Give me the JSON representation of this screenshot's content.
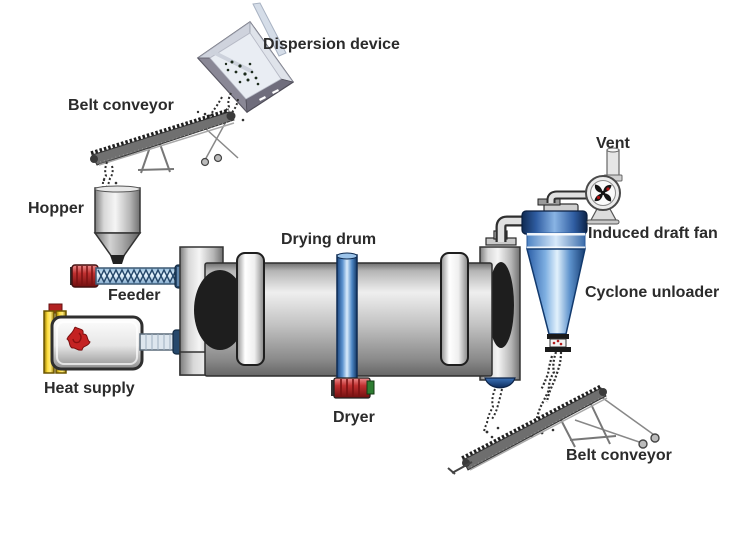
{
  "labels": {
    "dispersion_device": "Dispersion device",
    "belt_conveyor_top": "Belt conveyor",
    "hopper": "Hopper",
    "feeder": "Feeder",
    "heat_supply": "Heat supply",
    "drying_drum": "Drying drum",
    "dryer": "Dryer",
    "vent": "Vent",
    "induced_draft_fan": "Induced draft fan",
    "cyclone_unloader": "Cyclone unloader",
    "belt_conveyor_bottom": "Belt conveyor"
  },
  "colors": {
    "background": "#ffffff",
    "label_text": "#2b2b2b",
    "machine_gray": "#c8c8c8",
    "machine_blue": "#3f6db0",
    "cyclone_blue_dark": "#16386e",
    "motor_red": "#b22222",
    "heat_yellow": "#f2cc00",
    "particle_dark": "#2e2e2e"
  }
}
